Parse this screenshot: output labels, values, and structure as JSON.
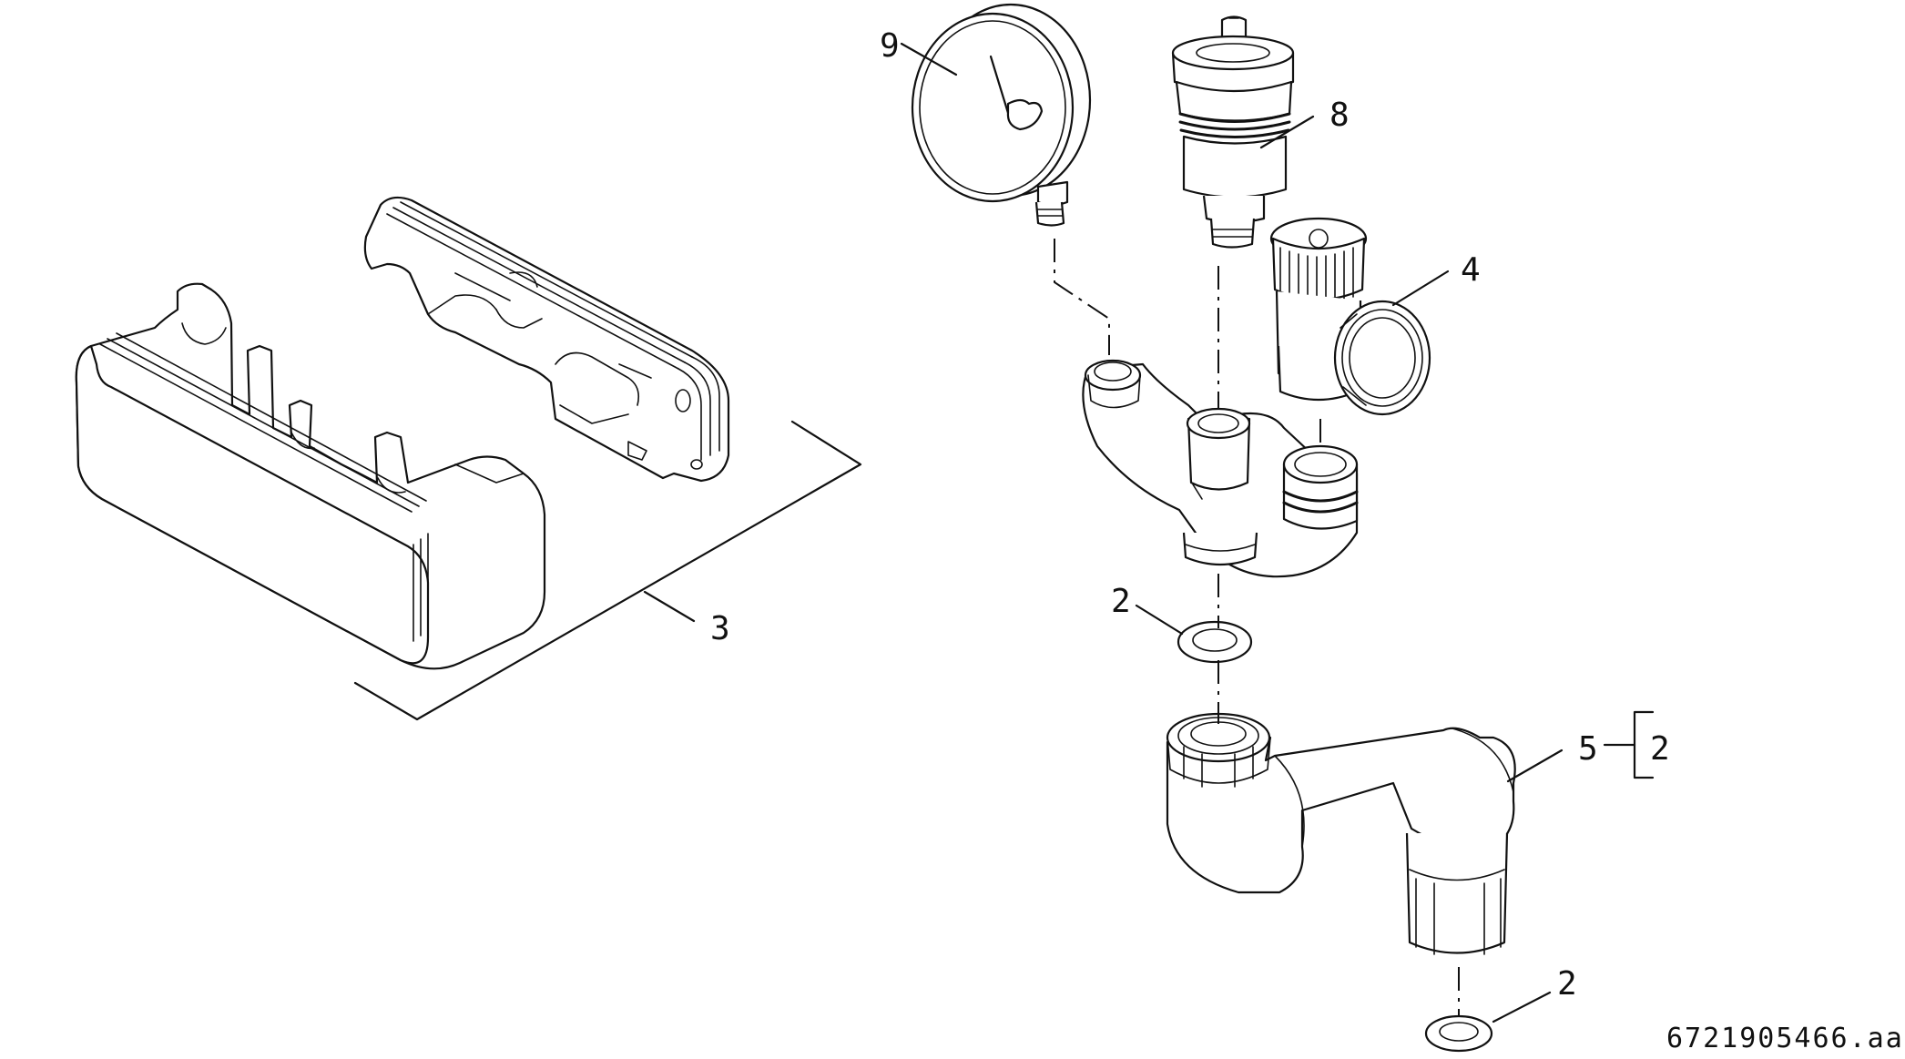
{
  "callouts": {
    "gauge": "9",
    "air_vent": "8",
    "valve": "4",
    "insulation": "3",
    "seal_upper": "2",
    "pipe_bend": "5",
    "pipe_bend_qty": "2",
    "seal_lower": "2"
  },
  "document_code": "6721905466.aa"
}
